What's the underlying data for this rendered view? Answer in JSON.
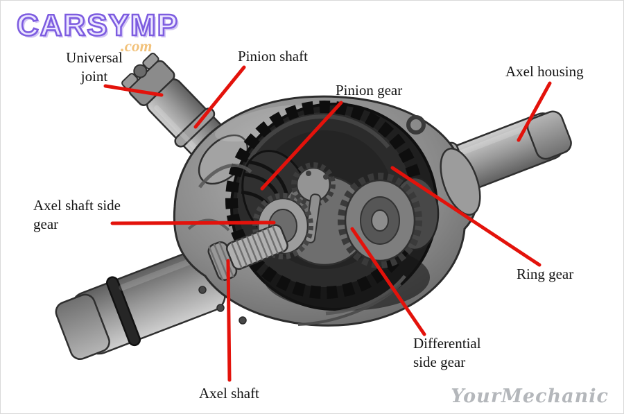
{
  "logo": {
    "brand": "CARSYMP",
    "suffix": ".com"
  },
  "watermark": {
    "text": "YourMechanic"
  },
  "diagram": {
    "labels": [
      {
        "id": "universal-joint",
        "text": "Universal\njoint"
      },
      {
        "id": "pinion-shaft",
        "text": "Pinion shaft"
      },
      {
        "id": "pinion-gear",
        "text": "Pinion gear"
      },
      {
        "id": "axel-housing",
        "text": "Axel housing"
      },
      {
        "id": "axel-shaft-side-gear",
        "text": "Axel shaft side\ngear"
      },
      {
        "id": "ring-gear",
        "text": "Ring gear"
      },
      {
        "id": "axel-shaft",
        "text": "Axel shaft"
      },
      {
        "id": "differential-side-gear",
        "text": "Differential\nside gear"
      }
    ],
    "colors": {
      "leader_line": "#e3120b",
      "label_text": "#151515",
      "logo_purple": "#7d5ce0",
      "logo_fill": "#ece7ff",
      "logo_com_orange": "#f2c27b",
      "watermark_gray": "#b4b7bb",
      "metal_light": "#cfcfcf",
      "metal_dark": "#5f5f5f",
      "gear_cavity": "#1f1f1f"
    }
  }
}
